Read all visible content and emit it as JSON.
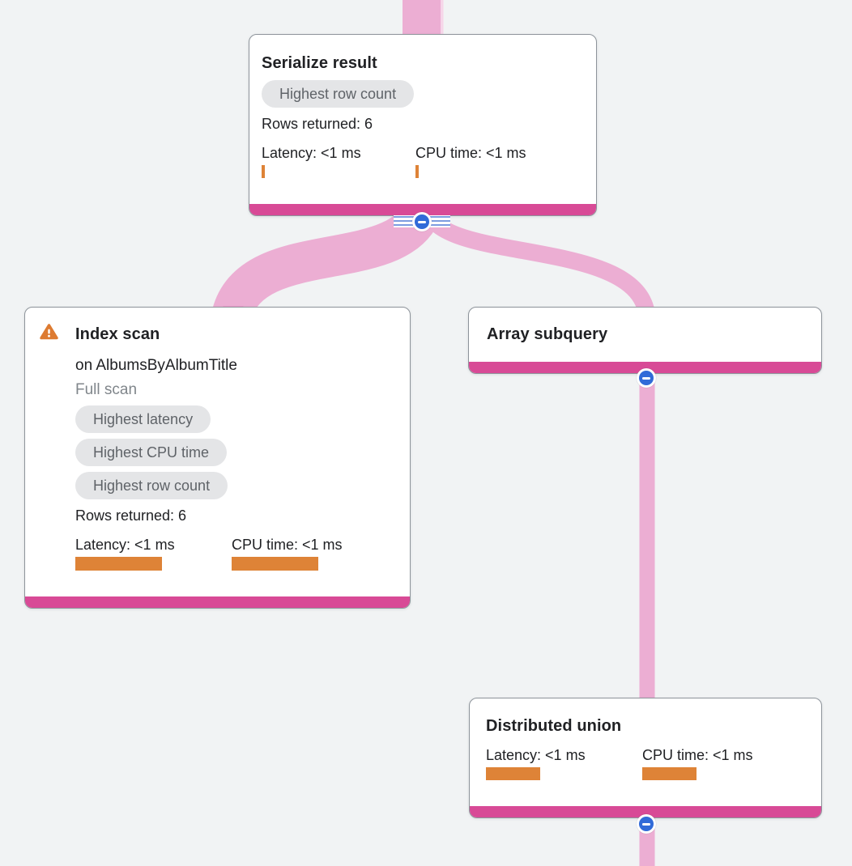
{
  "colors": {
    "edge_pink": "#ecaed3",
    "node_bar_pink": "#d84a96",
    "metric_orange": "#de8337",
    "collapse_blue": "#316bd8",
    "warning_orange": "#dd7b31",
    "badge_gray": "#e4e5e7",
    "canvas_bg": "#f1f3f4"
  },
  "nodes": {
    "serialize_result": {
      "title": "Serialize result",
      "badge": "Highest row count",
      "rows": "Rows returned: 6",
      "latency": "Latency: <1 ms",
      "cpu": "CPU time: <1 ms"
    },
    "index_scan": {
      "title": "Index scan",
      "subtitle": "on AlbumsByAlbumTitle",
      "scan_type": "Full scan",
      "badges": [
        "Highest latency",
        "Highest CPU time",
        "Highest row count"
      ],
      "rows": "Rows returned: 6",
      "latency": "Latency: <1 ms",
      "cpu": "CPU time: <1 ms",
      "warning_icon": "warning-triangle-icon"
    },
    "array_subquery": {
      "title": "Array subquery"
    },
    "distributed_union": {
      "title": "Distributed union",
      "latency": "Latency: <1 ms",
      "cpu": "CPU time: <1 ms"
    }
  },
  "controls": {
    "collapse_icon": "minus"
  }
}
